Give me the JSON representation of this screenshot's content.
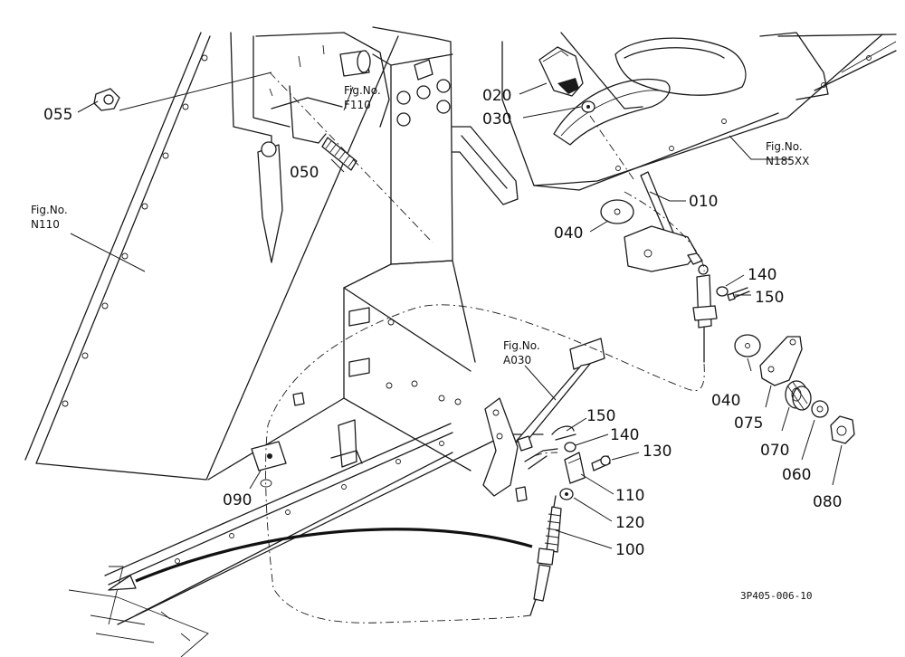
{
  "part_labels": {
    "p010": "010",
    "p020": "020",
    "p030": "030",
    "p040a": "040",
    "p040b": "040",
    "p050": "050",
    "p055": "055",
    "p060": "060",
    "p070": "070",
    "p075": "075",
    "p080": "080",
    "p090": "090",
    "p100": "100",
    "p110": "110",
    "p120": "120",
    "p130": "130",
    "p140a": "140",
    "p140b": "140",
    "p150a": "150",
    "p150b": "150"
  },
  "figure_refs": {
    "f110_title": "Fig.No.",
    "f110_num": "F110",
    "n185_title": "Fig.No.",
    "n185_num": "N185XX",
    "n110_title": "Fig.No.",
    "n110_num": "N110",
    "a030_title": "Fig.No.",
    "a030_num": "A030"
  },
  "drawing_code": "3P405-006-10"
}
